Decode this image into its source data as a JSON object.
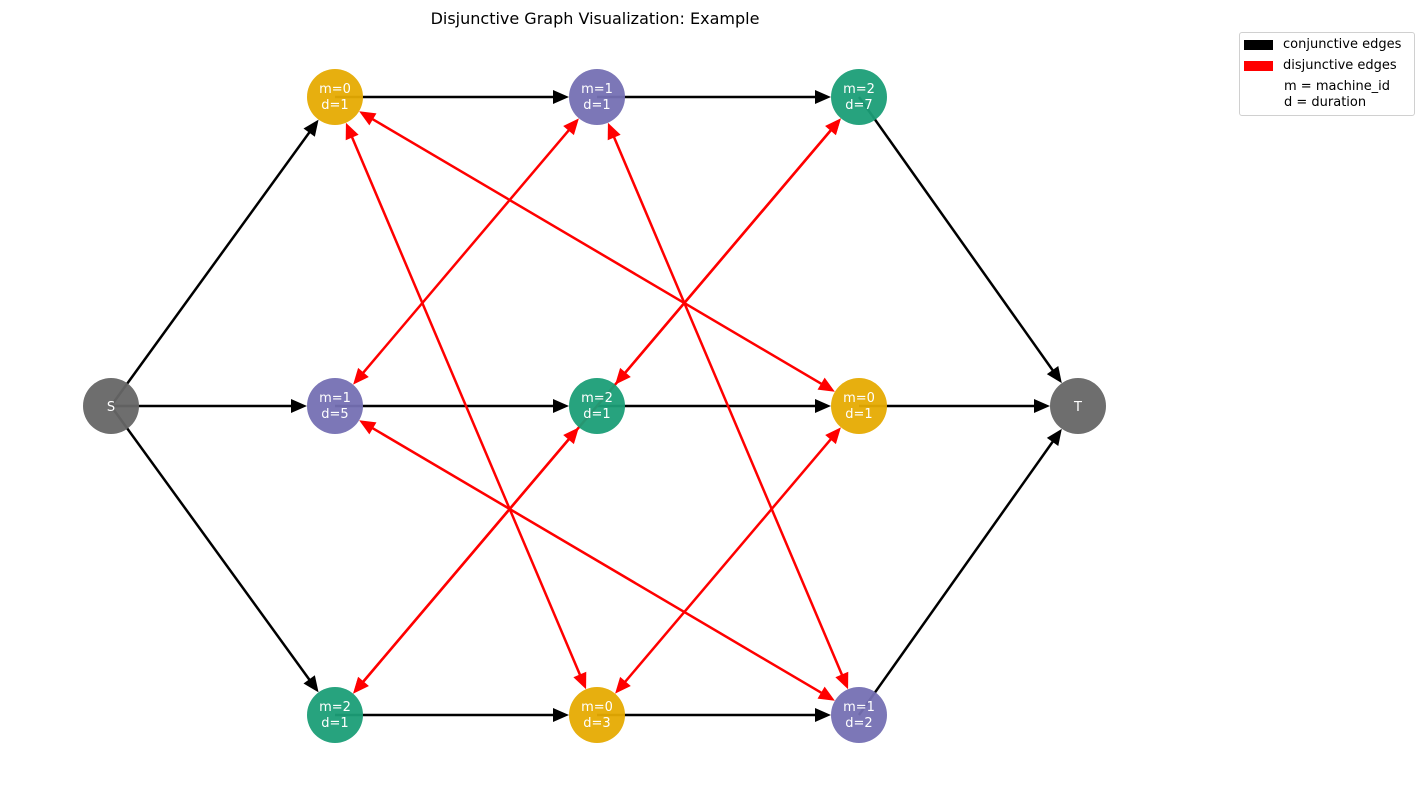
{
  "title": "Disjunctive Graph Visualization: Example",
  "legend": {
    "conjunctive": {
      "label": "conjunctive edges",
      "color": "#000000"
    },
    "disjunctive": {
      "label": "disjunctive edges",
      "color": "#ff0000"
    },
    "note_line1": "m = machine_id",
    "note_line2": "d = duration"
  },
  "machine_colors": {
    "0": "#e6ab02",
    "1": "#7570b3",
    "2": "#1b9e77",
    "terminal": "#666666"
  },
  "nodes": [
    {
      "id": "S",
      "label": "S",
      "col": 0,
      "row": 1
    },
    {
      "id": "T",
      "label": "T",
      "col": 4,
      "row": 1
    },
    {
      "id": "j0o0",
      "line1": "m=0",
      "line2": "d=1",
      "machine": 0,
      "col": 1,
      "row": 0
    },
    {
      "id": "j0o1",
      "line1": "m=1",
      "line2": "d=1",
      "machine": 1,
      "col": 2,
      "row": 0
    },
    {
      "id": "j0o2",
      "line1": "m=2",
      "line2": "d=7",
      "machine": 2,
      "col": 3,
      "row": 0
    },
    {
      "id": "j1o0",
      "line1": "m=1",
      "line2": "d=5",
      "machine": 1,
      "col": 1,
      "row": 1
    },
    {
      "id": "j1o1",
      "line1": "m=2",
      "line2": "d=1",
      "machine": 2,
      "col": 2,
      "row": 1
    },
    {
      "id": "j1o2",
      "line1": "m=0",
      "line2": "d=1",
      "machine": 0,
      "col": 3,
      "row": 1
    },
    {
      "id": "j2o0",
      "line1": "m=2",
      "line2": "d=1",
      "machine": 2,
      "col": 1,
      "row": 2
    },
    {
      "id": "j2o1",
      "line1": "m=0",
      "line2": "d=3",
      "machine": 0,
      "col": 2,
      "row": 2
    },
    {
      "id": "j2o2",
      "line1": "m=1",
      "line2": "d=2",
      "machine": 1,
      "col": 3,
      "row": 2
    }
  ],
  "conjunctive_edges": [
    [
      "S",
      "j0o0"
    ],
    [
      "S",
      "j1o0"
    ],
    [
      "S",
      "j2o0"
    ],
    [
      "j0o0",
      "j0o1"
    ],
    [
      "j0o1",
      "j0o2"
    ],
    [
      "j1o0",
      "j1o1"
    ],
    [
      "j1o1",
      "j1o2"
    ],
    [
      "j2o0",
      "j2o1"
    ],
    [
      "j2o1",
      "j2o2"
    ],
    [
      "j0o2",
      "T"
    ],
    [
      "j1o2",
      "T"
    ],
    [
      "j2o2",
      "T"
    ]
  ],
  "disjunctive_edges": [
    [
      "j0o0",
      "j1o2"
    ],
    [
      "j0o0",
      "j2o1"
    ],
    [
      "j1o2",
      "j2o1"
    ],
    [
      "j0o1",
      "j1o0"
    ],
    [
      "j0o1",
      "j2o2"
    ],
    [
      "j1o0",
      "j2o2"
    ],
    [
      "j0o2",
      "j1o1"
    ],
    [
      "j0o2",
      "j2o0"
    ],
    [
      "j1o1",
      "j2o0"
    ]
  ]
}
